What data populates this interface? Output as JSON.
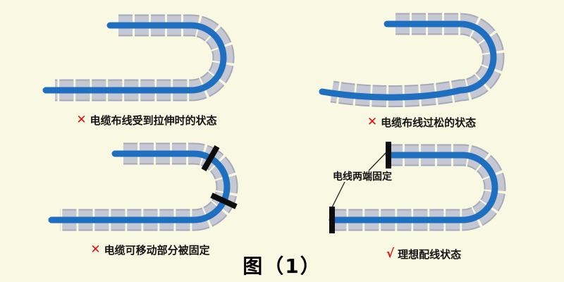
{
  "figure": {
    "caption": "图（1）"
  },
  "colors": {
    "background": "#f9f8e2",
    "chain": "#c5c8d2",
    "chain_edge": "#a6aab8",
    "cable_blue": "#1e6fc0",
    "mark_red": "#e50f0f",
    "clamp_black": "#0d0d0d",
    "text": "#141414"
  },
  "panels": [
    {
      "id": "stretched",
      "mark": "✕",
      "label": "电缆布线受到拉伸时的状态"
    },
    {
      "id": "too-loose",
      "mark": "✕",
      "label": "电缆布线过松的状态"
    },
    {
      "id": "clamped-moving",
      "mark": "✕",
      "label": "电缆可移动部分被固定"
    },
    {
      "id": "ideal",
      "mark": "√",
      "label": "理想配线状态",
      "annotation": "电线两端固定"
    }
  ]
}
